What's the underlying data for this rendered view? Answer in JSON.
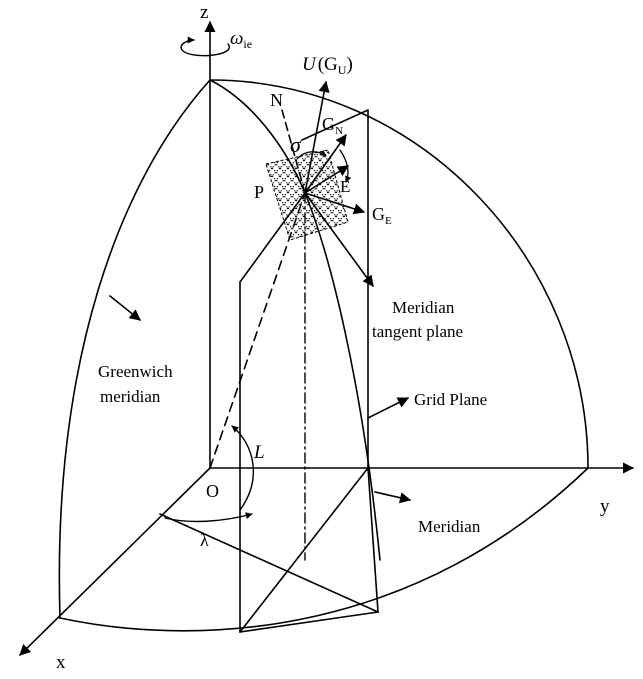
{
  "diagram": {
    "axes": {
      "z": "z",
      "y": "y",
      "x": "x",
      "origin": "O"
    },
    "rotation_symbol": "ω",
    "rotation_subscript": "ie",
    "up_symbol": "U",
    "up_paren_open": "(G",
    "up_subscript": "U",
    "up_paren_close": ")",
    "north_label": "N",
    "gn_label": "G",
    "gn_subscript": "N",
    "east_label": "E",
    "ge_label": "G",
    "ge_subscript": "E",
    "sigma_label": "σ",
    "point_label": "P",
    "latitude_label": "L",
    "longitude_label": "λ",
    "meridian_tangent_line1": "Meridian",
    "meridian_tangent_line2": "tangent plane",
    "greenwich_line1": "Greenwich",
    "greenwich_line2": "meridian",
    "grid_plane": "Grid Plane",
    "meridian": "Meridian"
  }
}
